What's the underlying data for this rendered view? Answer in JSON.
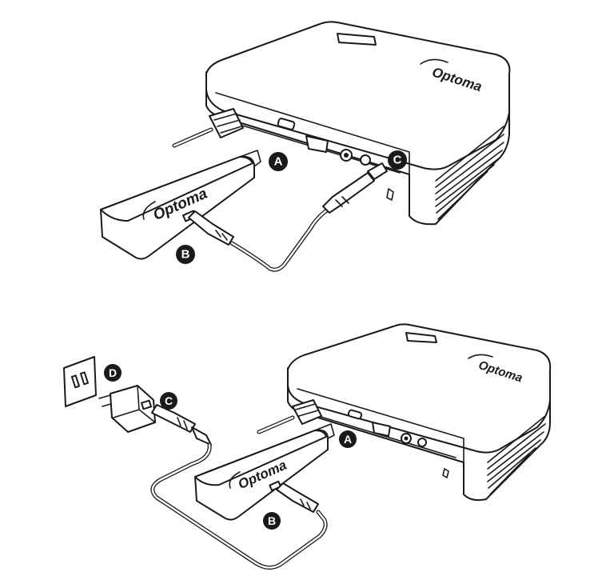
{
  "brand": {
    "projector_logo": "Optoma",
    "dongle_logo": "Optoma"
  },
  "callouts": {
    "top": {
      "a": "A",
      "b": "B",
      "c": "C"
    },
    "bottom": {
      "a": "A",
      "b": "B",
      "c": "C",
      "d": "D"
    }
  },
  "colors": {
    "line": "#1a1a1a",
    "background": "#ffffff",
    "callout_fill": "#1a1a1a",
    "callout_text": "#ffffff"
  }
}
